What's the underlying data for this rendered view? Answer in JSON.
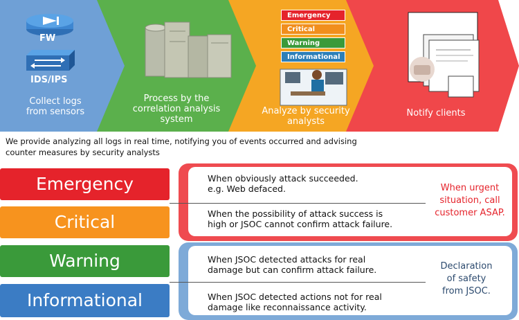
{
  "flow": {
    "steps": [
      {
        "label": "Collect logs\nfrom sensors",
        "color": "#6fa0d6"
      },
      {
        "label": "Process by the\ncorrelation analysis\nsystem",
        "color": "#5bb04c"
      },
      {
        "label": "Analyze by security\nanalysts",
        "color": "#f5a623"
      },
      {
        "label": "Notify clients",
        "color": "#f0474a"
      }
    ],
    "fw_label": "FW",
    "ids_label": "IDS/IPS",
    "levels": [
      {
        "label": "Emergency",
        "color": "#e5232b"
      },
      {
        "label": "Critical",
        "color": "#f18e1c"
      },
      {
        "label": "Warning",
        "color": "#3a9a3a"
      },
      {
        "label": "Informational",
        "color": "#2c7fb8"
      }
    ]
  },
  "intro": "We provide analyzing all logs in real time, notifying you of events occurred and advising counter measures by security analysts",
  "severity": [
    {
      "label": "Emergency",
      "color": "#e5232b",
      "desc": "When obviously attack succeeded.\ne.g. Web defaced."
    },
    {
      "label": "Critical",
      "color": "#f7931e",
      "desc": "When the possibility of attack success is\nhigh or JSOC cannot confirm attack failure."
    },
    {
      "label": "Warning",
      "color": "#3a9a3a",
      "desc": "When JSOC detected attacks for real\ndamage but can confirm attack failure."
    },
    {
      "label": "Informational",
      "color": "#3b7cc4",
      "desc": "When JSOC detected actions not for real\ndamage like reconnaissance activity."
    }
  ],
  "groups": {
    "urgent": {
      "note": "When urgent\nsituation, call\ncustomer ASAP.",
      "border": "#ef4b50",
      "note_color": "#e5232b"
    },
    "safety": {
      "note": "Declaration\nof safety\nfrom JSOC.",
      "border": "#7eaad8",
      "note_color": "#2c4a6e"
    }
  }
}
